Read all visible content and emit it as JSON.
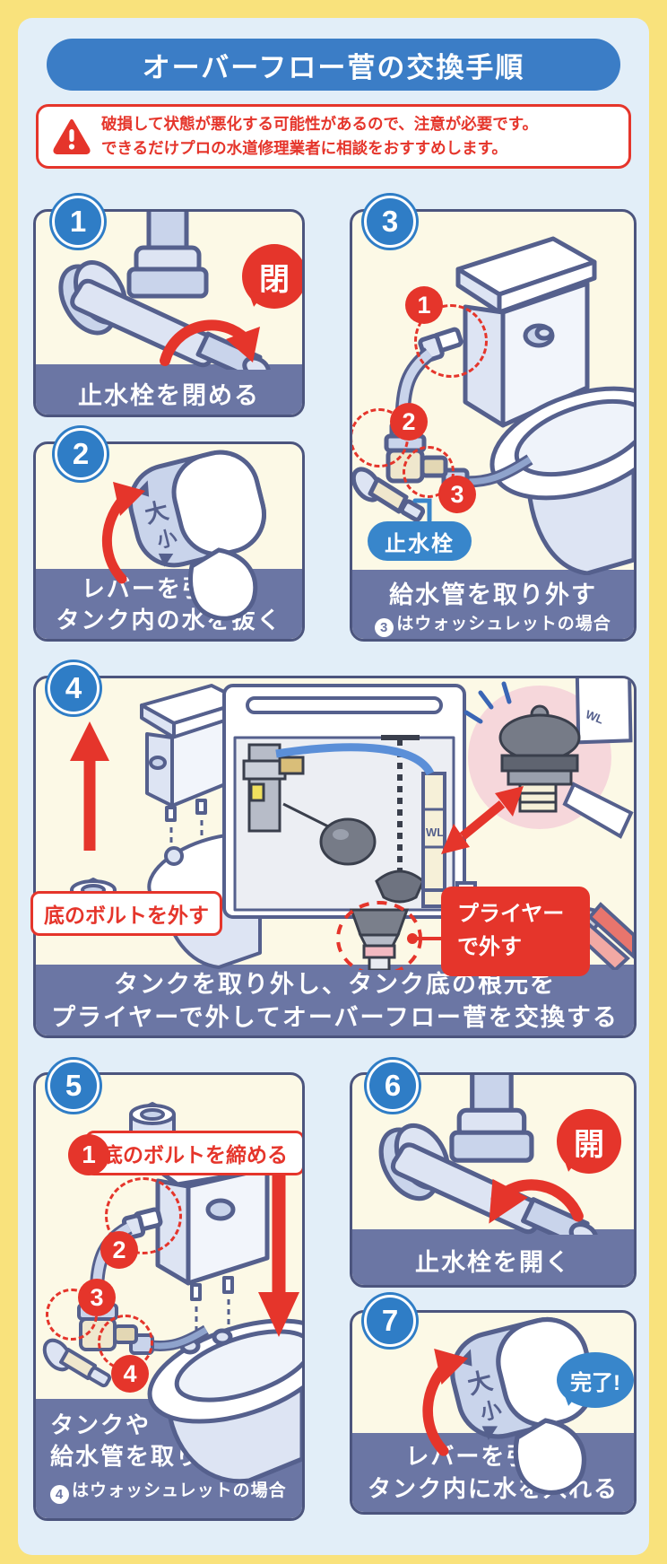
{
  "title": "オーバーフロー菅の交換手順",
  "warning": {
    "icon": "exclamation-triangle",
    "line1": "破損して状態が悪化する可能性があるので、注意が必要です。",
    "line2": "できるだけプロの水道修理業者に相談をおすすめします。"
  },
  "colors": {
    "frame_yellow": "#F9E27C",
    "background_blue": "#E2EEF8",
    "title_blue": "#3B7DC6",
    "caption_slate": "#6B76A4",
    "panel_cream": "#FCF9E6",
    "panel_border": "#4C557E",
    "alert_red": "#E5352B",
    "badge_blue": "#2F7DC6",
    "label_blue": "#3886CB"
  },
  "steps": {
    "1": {
      "badge": "1",
      "caption": "止水栓を閉める",
      "bubble": "閉"
    },
    "2": {
      "badge": "2",
      "caption_line1": "レバーを引いて",
      "caption_line2": "タンク内の水を抜く",
      "lever_large": "大",
      "lever_small": "小"
    },
    "3": {
      "badge": "3",
      "caption_line1": "給水管を取り外す",
      "note_badge": "3",
      "note_text": "はウォッシュレットの場合",
      "valve_label": "止水栓",
      "markers": {
        "m1": "1",
        "m2": "2",
        "m3": "3"
      }
    },
    "4": {
      "badge": "4",
      "caption_line1": "タンクを取り外し、タンク底の根元を",
      "caption_line2": "プライヤーで外してオーバーフロー菅を交換する",
      "label_bolt": "底のボルトを外す",
      "label_pliers_line1": "プライヤー",
      "label_pliers_line2": "で外す",
      "wl_mark": "WL",
      "wl_mark2": "WL"
    },
    "5": {
      "badge": "5",
      "marker1": "1",
      "marker1_label": "底のボルトを締める",
      "markers": {
        "m2": "2",
        "m3": "3",
        "m4": "4"
      },
      "caption_line1": "タンクや",
      "caption_line2": "給水管を取り付け",
      "note_badge": "4",
      "note_text": "はウォッシュレットの場合"
    },
    "6": {
      "badge": "6",
      "caption": "止水栓を開く",
      "bubble": "開"
    },
    "7": {
      "badge": "7",
      "caption_line1": "レバーを引いて",
      "caption_line2": "タンク内に水を入れる",
      "bubble": "完了!",
      "lever_large": "大",
      "lever_small": "小"
    }
  }
}
